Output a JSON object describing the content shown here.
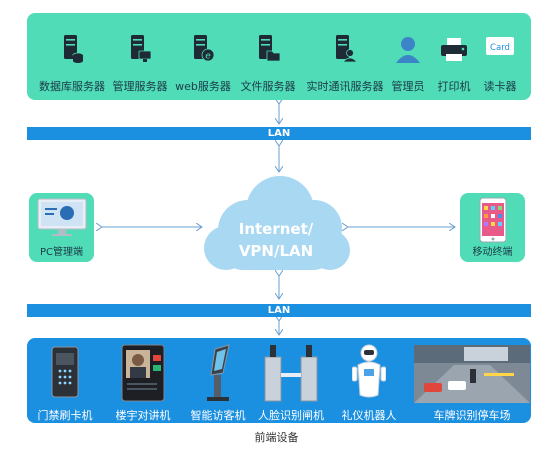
{
  "top_panel": {
    "items": [
      {
        "label": "数据库服务器",
        "icon": "database-server-icon"
      },
      {
        "label": "管理服务器",
        "icon": "management-server-icon"
      },
      {
        "label": "web服务器",
        "icon": "web-server-icon"
      },
      {
        "label": "文件服务器",
        "icon": "file-server-icon"
      },
      {
        "label": "实时通讯服务器",
        "icon": "realtime-server-icon"
      },
      {
        "label": "管理员",
        "icon": "admin-user-icon"
      },
      {
        "label": "打印机",
        "icon": "printer-icon"
      },
      {
        "label": "读卡器",
        "icon": "card-reader-icon",
        "icon_text": "Card"
      }
    ]
  },
  "lan_top": {
    "label": "LAN"
  },
  "lan_bottom": {
    "label": "LAN"
  },
  "cloud": {
    "line1": "Internet/",
    "line2": "VPN/LAN"
  },
  "left_box": {
    "label": "PC管理端",
    "icon": "pc-monitor-icon"
  },
  "right_box": {
    "label": "移动终端",
    "icon": "mobile-phone-icon"
  },
  "bottom_panel": {
    "items": [
      {
        "label": "门禁刷卡机",
        "icon": "access-card-reader-icon"
      },
      {
        "label": "楼宇对讲机",
        "icon": "intercom-icon"
      },
      {
        "label": "智能访客机",
        "icon": "visitor-kiosk-icon"
      },
      {
        "label": "人脸识别闸机",
        "icon": "face-gate-icon"
      },
      {
        "label": "礼仪机器人",
        "icon": "robot-icon"
      },
      {
        "label": "车牌识别停车场",
        "icon": "parking-lot-icon"
      }
    ]
  },
  "footer": {
    "label": "前端设备"
  },
  "colors": {
    "panel_green": "#4fdcb6",
    "lan_blue": "#1b8fe0",
    "cloud_blue": "#a9d8f2",
    "arrow": "#6a9fd0"
  }
}
